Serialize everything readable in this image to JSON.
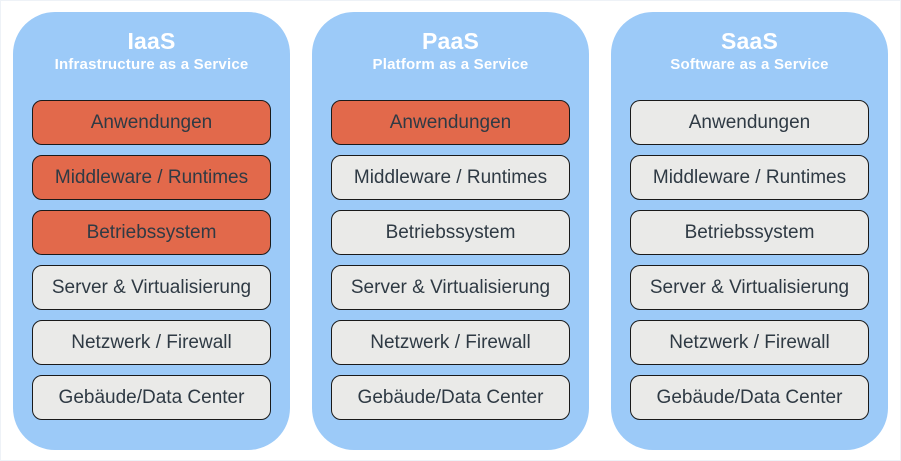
{
  "colors": {
    "page_background": "#ffffff",
    "column_background": "#9CCAF8",
    "highlight_box": "#E2694B",
    "neutral_box": "#EAEAE8",
    "box_border": "#1a1a1a",
    "box_text": "#2F3A44",
    "header_text": "#ffffff",
    "divider": "#ffffff"
  },
  "columns": [
    {
      "id": "iaas",
      "title": "IaaS",
      "subtitle": "Infrastructure as a Service",
      "boxes": [
        {
          "label": "Anwendungen",
          "highlighted": true
        },
        {
          "label": "Middleware / Runtimes",
          "highlighted": true
        },
        {
          "label": "Betriebssystem",
          "highlighted": true
        },
        {
          "label": "Server & Virtualisierung",
          "highlighted": false
        },
        {
          "label": "Netzwerk / Firewall",
          "highlighted": false
        },
        {
          "label": "Gebäude/Data Center",
          "highlighted": false
        }
      ]
    },
    {
      "id": "paas",
      "title": "PaaS",
      "subtitle": "Platform as a Service",
      "boxes": [
        {
          "label": "Anwendungen",
          "highlighted": true
        },
        {
          "label": "Middleware / Runtimes",
          "highlighted": false
        },
        {
          "label": "Betriebssystem",
          "highlighted": false
        },
        {
          "label": "Server & Virtualisierung",
          "highlighted": false
        },
        {
          "label": "Netzwerk / Firewall",
          "highlighted": false
        },
        {
          "label": "Gebäude/Data Center",
          "highlighted": false
        }
      ]
    },
    {
      "id": "saas",
      "title": "SaaS",
      "subtitle": "Software as a Service",
      "boxes": [
        {
          "label": "Anwendungen",
          "highlighted": false
        },
        {
          "label": "Middleware / Runtimes",
          "highlighted": false
        },
        {
          "label": "Betriebssystem",
          "highlighted": false
        },
        {
          "label": "Server & Virtualisierung",
          "highlighted": false
        },
        {
          "label": "Netzwerk / Firewall",
          "highlighted": false
        },
        {
          "label": "Gebäude/Data Center",
          "highlighted": false
        }
      ]
    }
  ]
}
